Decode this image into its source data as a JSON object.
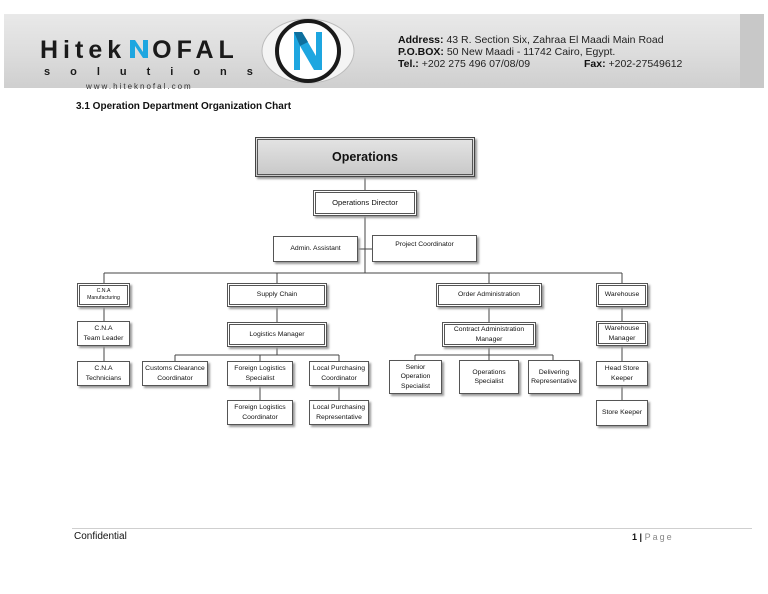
{
  "header": {
    "logo_left": "Hitek",
    "logo_right": "OFAL",
    "logo_tagline": "solutions",
    "logo_url": "www.hiteknofal.com",
    "address_label": "Address:",
    "address_value": "43 R. Section Six, Zahraa El Maadi Main Road",
    "pobox_label": "P.O.BOX:",
    "pobox_value": "50 New Maadi   -   11742 Cairo, Egypt.",
    "tel_label": "Tel.:",
    "tel_value": "+202 275 496 07/08/09",
    "fax_label": "Fax:",
    "fax_value": "+202-27549612"
  },
  "section_title": "3.1 Operation Department Organization Chart",
  "org_chart": {
    "operations": "Operations",
    "director": "Operations Director",
    "admin_assistant": "Admin. Assistant",
    "project_coordinator": "Project Coordinator",
    "cna_manufacturing": [
      "C.N.A",
      "Manufacturing"
    ],
    "cna_team_leader": [
      "C.N.A",
      "Team Leader"
    ],
    "cna_technicians": [
      "C.N.A",
      "Technicians"
    ],
    "supply_chain": "Supply Chain",
    "logistics_manager": "Logistics Manager",
    "customs_clearance": [
      "Customs Clearance",
      "Coordinator"
    ],
    "foreign_logistics_specialist": [
      "Foreign Logistics",
      "Specialist"
    ],
    "local_purchasing_coordinator": [
      "Local Purchasing",
      "Coordinator"
    ],
    "foreign_logistics_coordinator": [
      "Foreign Logistics",
      "Coordinator"
    ],
    "local_purchasing_representative": [
      "Local Purchasing",
      "Representative"
    ],
    "order_administration": "Order Administration",
    "contract_admin_manager": [
      "Contract Administration",
      "Manager"
    ],
    "senior_operation_specialist": [
      "Senior",
      "Operation",
      "Specialist"
    ],
    "operations_specialist": [
      "Operations",
      "Specialist"
    ],
    "delivering_representative": [
      "Delivering",
      "Representative"
    ],
    "warehouse": "Warehouse",
    "warehouse_manager": [
      "Warehouse",
      "Manager"
    ],
    "head_store_keeper": [
      "Head Store",
      "Keeper"
    ],
    "store_keeper": "Store Keeper"
  },
  "footer": {
    "left": "Confidential",
    "page_number": "1",
    "separator": "|",
    "page_label": "Page"
  }
}
